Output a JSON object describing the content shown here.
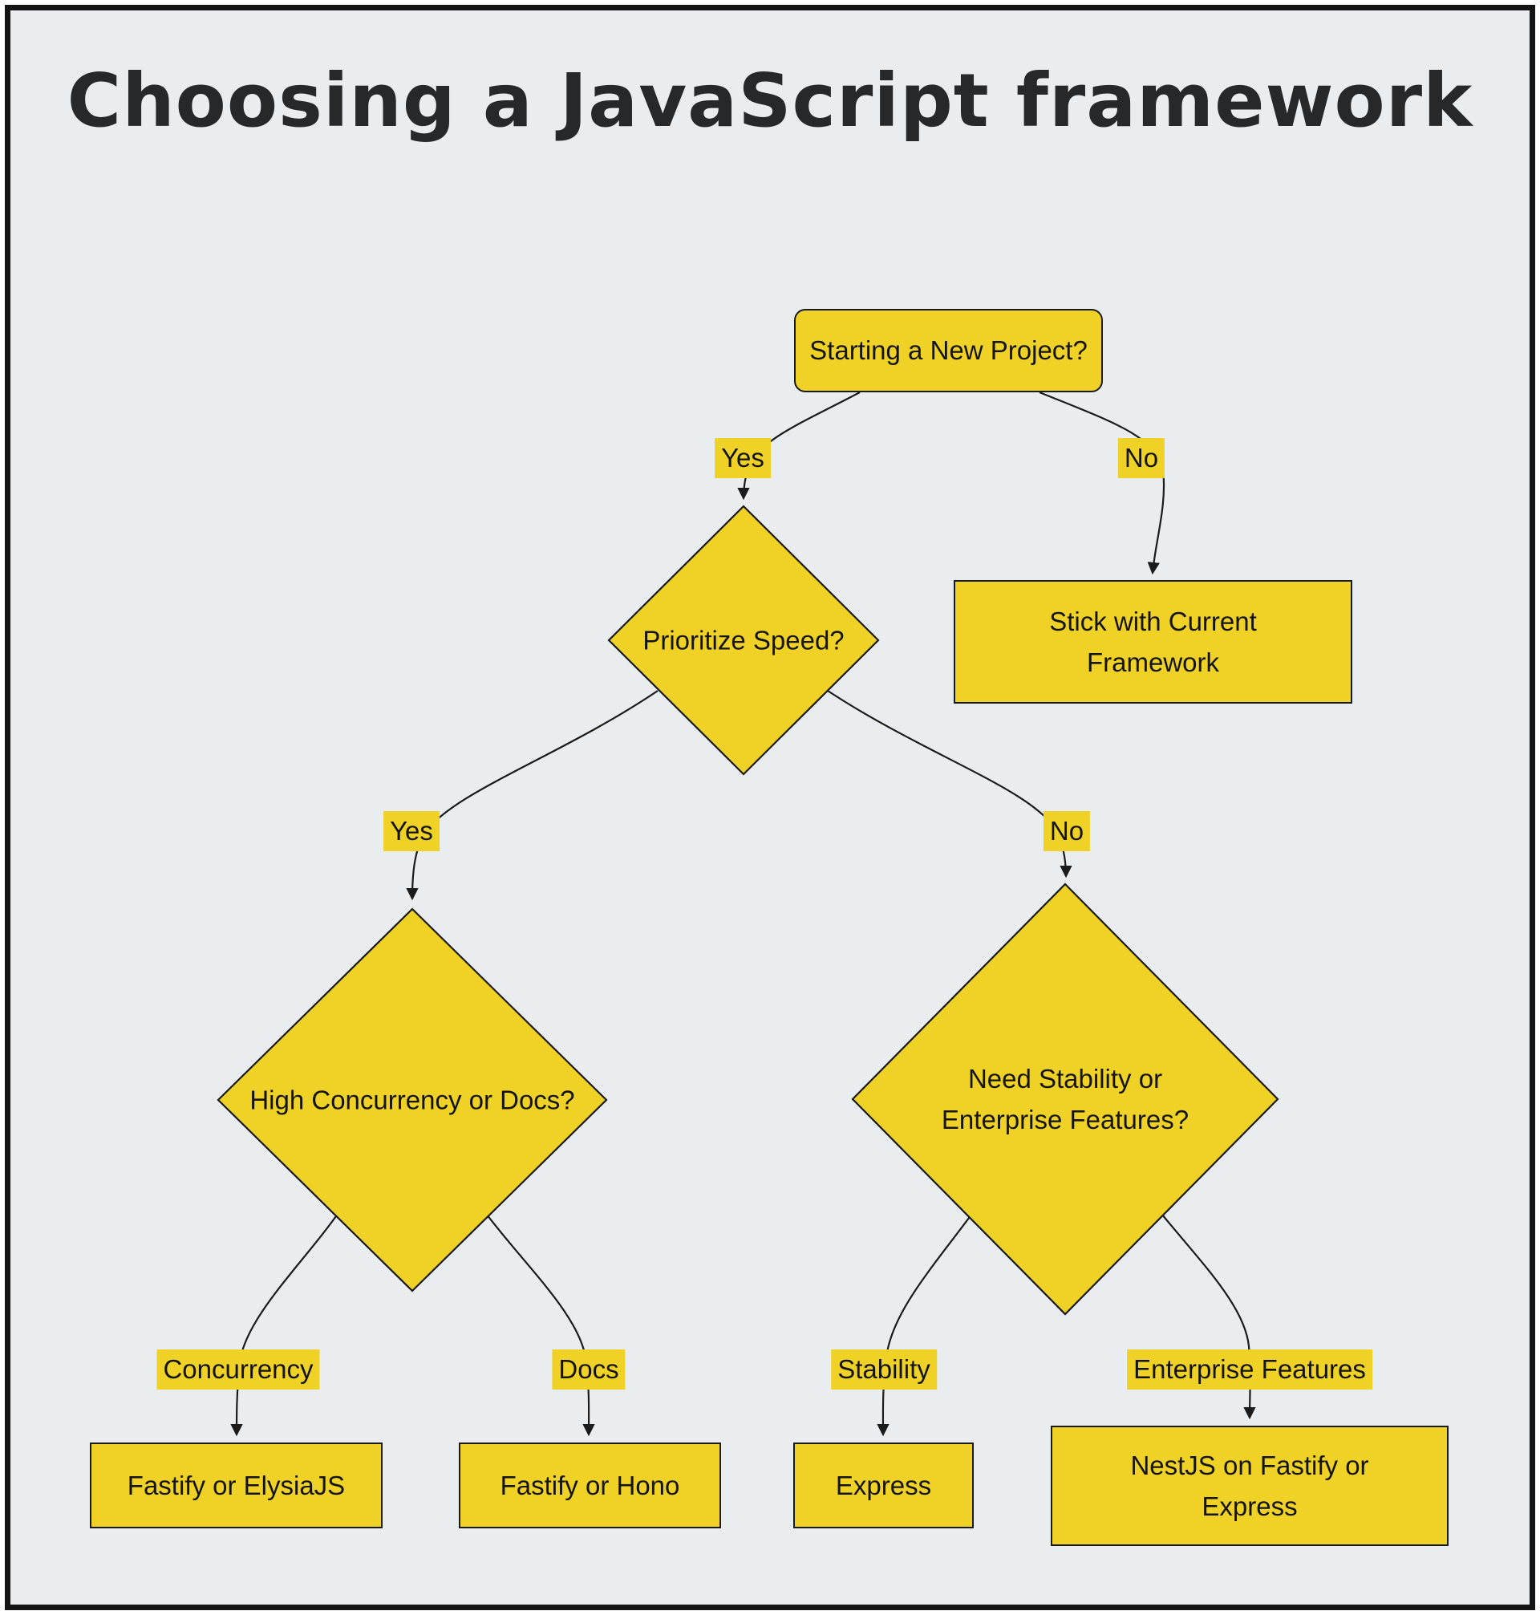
{
  "title": "Choosing a JavaScript framework",
  "colors": {
    "node_fill": "#F0D226",
    "node_border": "#1A1A1A",
    "background": "#E9EDF0",
    "edge": "#1B1B1B",
    "text": "#141414",
    "title_color": "#26282A",
    "page_border": "#141414"
  },
  "nodes": {
    "start": {
      "label": "Starting a New Project?",
      "type": "rounded-rect"
    },
    "speed": {
      "label": "Prioritize Speed?",
      "type": "diamond"
    },
    "stick": {
      "label": "Stick with Current Framework",
      "type": "rect"
    },
    "concurrency_q": {
      "label": "High Concurrency or Docs?",
      "type": "diamond"
    },
    "stability_q": {
      "label": "Need Stability or Enterprise Features?",
      "type": "diamond"
    },
    "fastify_elysia": {
      "label": "Fastify or ElysiaJS",
      "type": "rect"
    },
    "fastify_hono": {
      "label": "Fastify or Hono",
      "type": "rect"
    },
    "express": {
      "label": "Express",
      "type": "rect"
    },
    "nestjs": {
      "label": "NestJS on Fastify or Express",
      "type": "rect"
    }
  },
  "edge_labels": {
    "yes1": "Yes",
    "no1": "No",
    "yes2": "Yes",
    "no2": "No",
    "concurrency": "Concurrency",
    "docs": "Docs",
    "stability": "Stability",
    "enterprise": "Enterprise Features"
  },
  "edges": [
    {
      "from": "start",
      "to": "speed",
      "label": "Yes"
    },
    {
      "from": "start",
      "to": "stick",
      "label": "No"
    },
    {
      "from": "speed",
      "to": "concurrency_q",
      "label": "Yes"
    },
    {
      "from": "speed",
      "to": "stability_q",
      "label": "No"
    },
    {
      "from": "concurrency_q",
      "to": "fastify_elysia",
      "label": "Concurrency"
    },
    {
      "from": "concurrency_q",
      "to": "fastify_hono",
      "label": "Docs"
    },
    {
      "from": "stability_q",
      "to": "express",
      "label": "Stability"
    },
    {
      "from": "stability_q",
      "to": "nestjs",
      "label": "Enterprise Features"
    }
  ]
}
